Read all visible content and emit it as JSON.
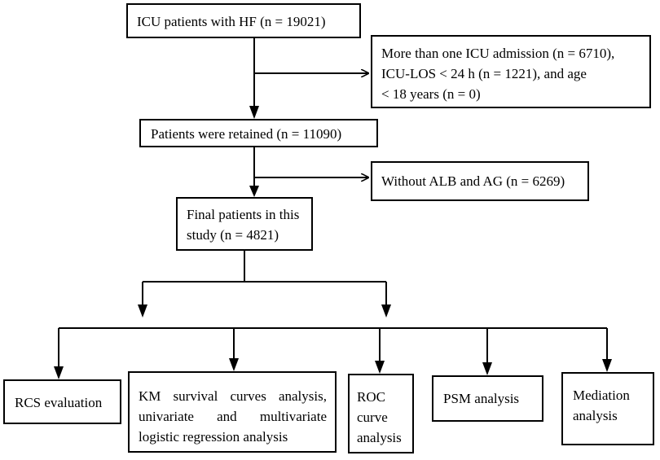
{
  "boxes": {
    "start": "ICU patients with HF (n = 19021)",
    "excluded_1": [
      "More than one ICU admission (n = 6710),",
      "ICU-LOS < 24 h (n = 1221), and age",
      "< 18 years (n = 0)"
    ],
    "retained": "Patients were retained (n = 11090)",
    "excluded_2": "Without ALB and AG (n = 6269)",
    "final": [
      "Final patients in this",
      "study (n = 4821)"
    ],
    "rcs": "RCS evaluation",
    "km": [
      "KM survival curves analysis,",
      "univariate and multivariate",
      "logistic regression analysis"
    ],
    "roc": [
      "ROC",
      "curve",
      "analysis"
    ],
    "psm": "PSM analysis",
    "mediation": [
      "Mediation",
      "analysis"
    ]
  }
}
